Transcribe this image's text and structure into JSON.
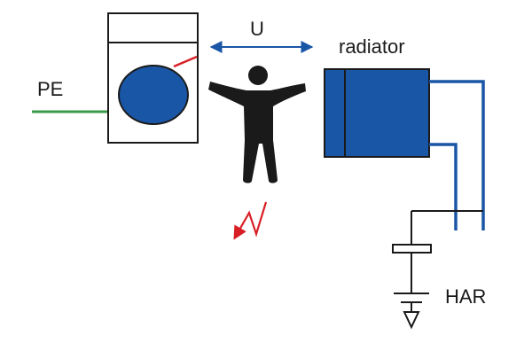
{
  "labels": {
    "pe": "PE",
    "voltage": "U",
    "radiator": "radiator",
    "har": "HAR"
  },
  "colors": {
    "line": "#1a1a1a",
    "pe_wire": "#3a9a48",
    "appliance_fill": "#1a56a6",
    "pipe": "#1a56a6",
    "voltage_arrow": "#1a56a6",
    "shock": "#d81f26",
    "person": "#1a1a1a"
  },
  "icons": {
    "person": "person-icon",
    "shock": "lightning-bolt-icon",
    "ground": "ground-symbol-icon"
  }
}
